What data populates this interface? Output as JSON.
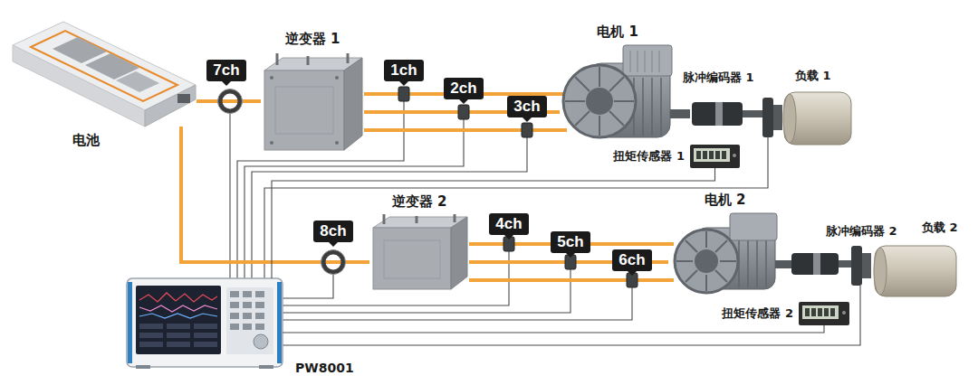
{
  "diagram": {
    "nodes": [
      {
        "text": [
          "电池"
        ]
      },
      {
        "text": [
          "7ch"
        ]
      },
      {
        "text": [
          "逆变器 1"
        ]
      },
      {
        "text": [
          "1ch"
        ]
      },
      {
        "text": [
          "2ch"
        ]
      },
      {
        "text": [
          "3ch"
        ]
      },
      {
        "text": [
          "电机 1"
        ]
      },
      {
        "text": [
          "脉冲编码器 1"
        ]
      },
      {
        "text": [
          "负载 1"
        ]
      },
      {
        "text": [
          "扭矩传感器 1"
        ]
      },
      {
        "text": [
          "8ch"
        ]
      },
      {
        "text": [
          "逆变器 2"
        ]
      },
      {
        "text": [
          "4ch"
        ]
      },
      {
        "text": [
          "5ch"
        ]
      },
      {
        "text": [
          "6ch"
        ]
      },
      {
        "text": [
          "电机 2"
        ]
      },
      {
        "text": [
          "脉冲编码器 2"
        ]
      },
      {
        "text": [
          "负载 2"
        ]
      },
      {
        "text": [
          "扭矩传感器 2"
        ]
      },
      {
        "text": [
          "PW8001"
        ]
      }
    ],
    "edges": [
      {
        "from": 0,
        "to": 2,
        "arrow": "none"
      },
      {
        "from": 2,
        "to": 6,
        "arrow": "none"
      },
      {
        "from": 0,
        "to": 11,
        "arrow": "none"
      },
      {
        "from": 11,
        "to": 15,
        "arrow": "none"
      },
      {
        "from": 9,
        "to": 19,
        "arrow": "none"
      },
      {
        "from": 18,
        "to": 19,
        "arrow": "none"
      }
    ]
  }
}
